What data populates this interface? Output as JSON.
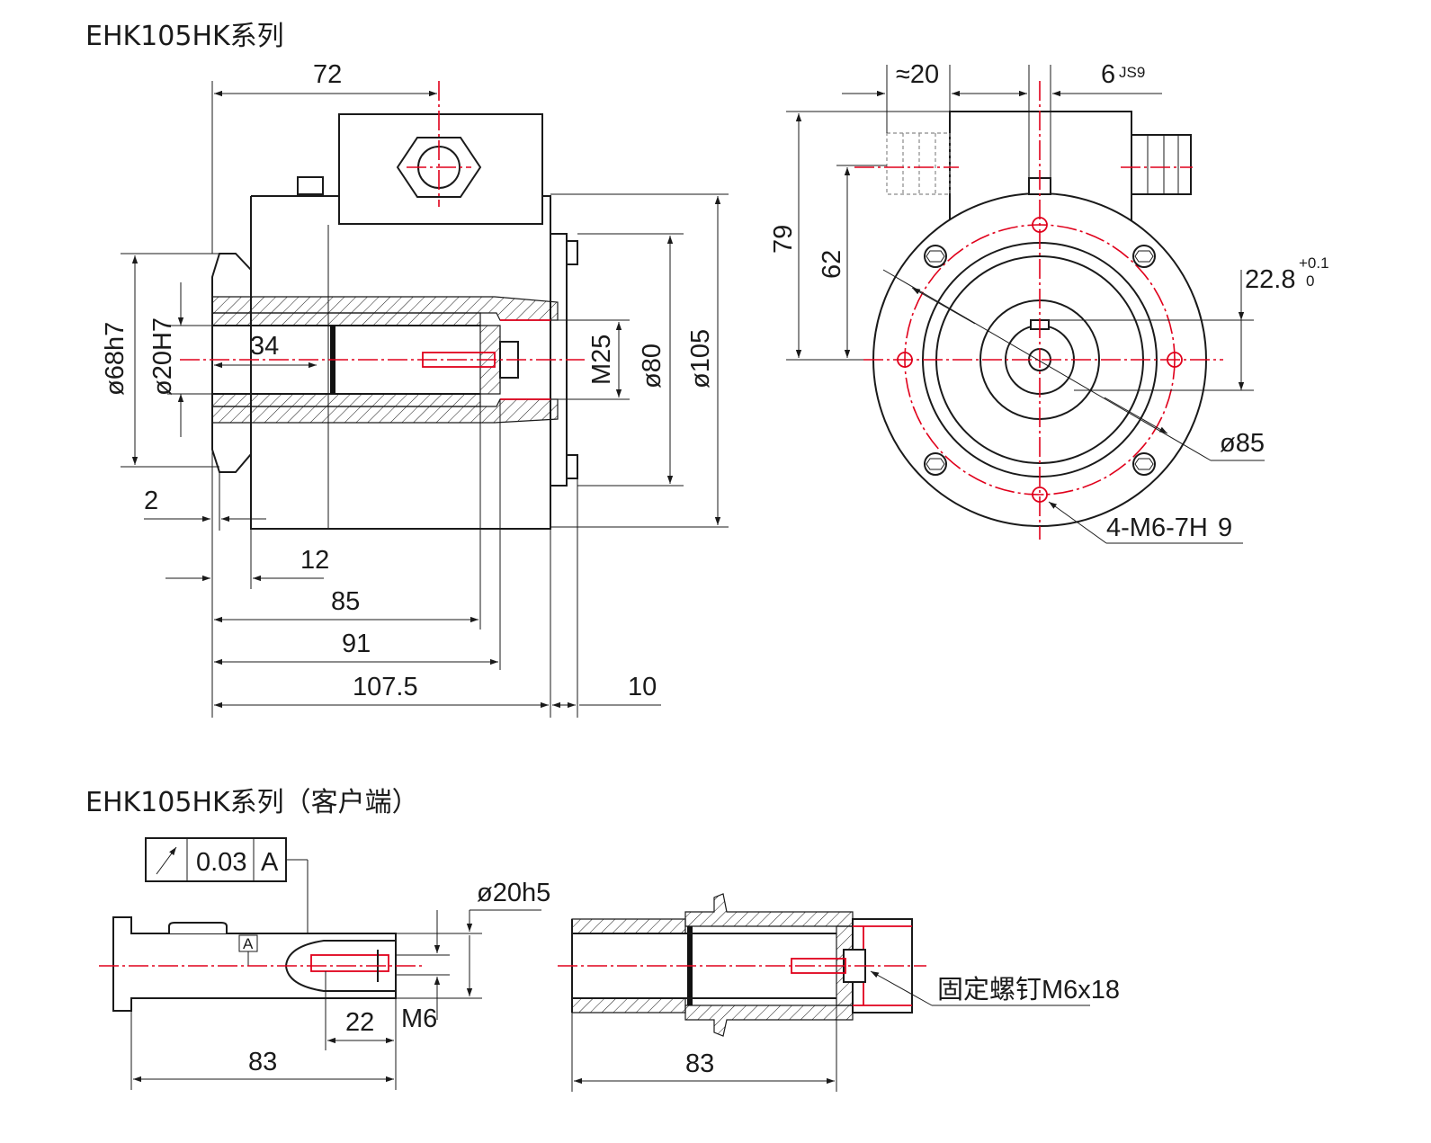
{
  "titles": {
    "main": "EHK105HK系列",
    "customer": "EHK105HK系列（客户端）"
  },
  "side_view": {
    "d72": "72",
    "d34": "34",
    "dia68": "ø68h7",
    "dia20": "ø20H7",
    "m25": "M25",
    "dia80": "ø80",
    "dia105": "ø105",
    "d2": "2",
    "d12": "12",
    "d85": "85",
    "d91": "91",
    "d107": "107.5",
    "d10": "10"
  },
  "front_view": {
    "approx20": "≈20",
    "key6": "6",
    "key6_tol": "JS9",
    "d79": "79",
    "d62": "62",
    "d22_8": "22.8",
    "tol_upper": "+0.1",
    "tol_lower": "0",
    "dia85": "ø85",
    "thread": "4-M6-7H",
    "thread_depth": "9"
  },
  "customer_shaft": {
    "tol_value": "0.03",
    "datum": "A",
    "datum_flag": "A",
    "dia20h5": "ø20h5",
    "d22": "22",
    "m6": "M6",
    "d83": "83"
  },
  "customer_hub": {
    "d83": "83",
    "screw": "固定螺钉M6x18"
  }
}
